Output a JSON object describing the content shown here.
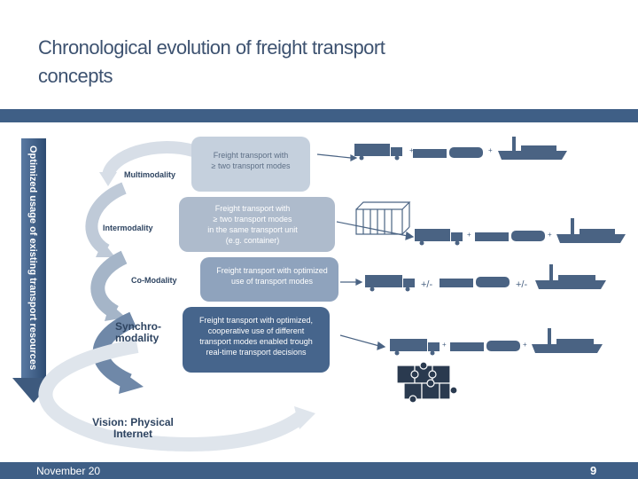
{
  "slide": {
    "title": "Chronological evolution of freight transport concepts",
    "footer_date": "November 20",
    "page_number": "9"
  },
  "diagram": {
    "side_label": "Optimized usage of existing transport resources",
    "stages": [
      {
        "name": "Multimodality",
        "description": [
          "Freight transport with",
          "≥ two transport modes"
        ]
      },
      {
        "name": "Intermodality",
        "description": [
          "Freight transport with",
          "≥ two transport modes",
          "in the same transport unit",
          "(e.g. container)"
        ]
      },
      {
        "name": "Co-Modality",
        "description": [
          "Freight transport with optimized",
          "use of transport modes"
        ]
      },
      {
        "name": [
          "Synchro-",
          "modality"
        ],
        "description": [
          "Freight transport with optimized,",
          "cooperative use of different",
          "transport modes enabled trough",
          "real-time transport decisions"
        ]
      }
    ],
    "vision": [
      "Vision: Physical",
      "Internet"
    ],
    "connectors": {
      "row1": [
        "+",
        "+"
      ],
      "row2": [
        "+",
        "+"
      ],
      "row3": [
        "+/-",
        "+/-"
      ],
      "row4": [
        "+",
        "+"
      ]
    },
    "colors": {
      "band": "#3f5f86",
      "arrow_dark": "#3e5a7e",
      "box_light": "#c5d0dd",
      "box_mid": "#8fa3bd",
      "box_dark": "#46658c",
      "vehicle": "#4a6383"
    }
  }
}
